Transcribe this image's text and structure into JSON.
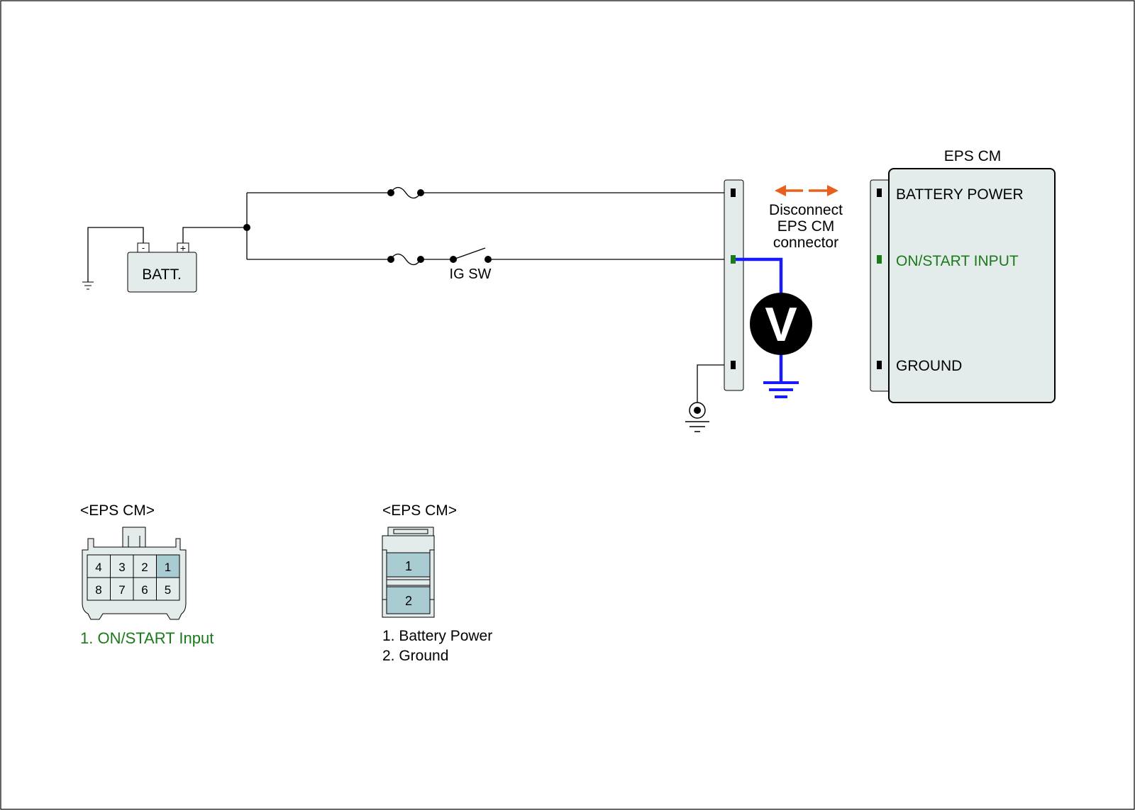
{
  "battery": {
    "label": "BATT.",
    "neg": "-",
    "pos": "+"
  },
  "ig_switch": {
    "label": "IG SW"
  },
  "disconnect": {
    "line1": "Disconnect",
    "line2": "EPS CM",
    "line3": "connector"
  },
  "meter": {
    "symbol": "V"
  },
  "module": {
    "title": "EPS CM",
    "battery_power": "BATTERY POWER",
    "on_start_input": "ON/START INPUT",
    "ground": "GROUND"
  },
  "connector_a": {
    "title": "<EPS CM>",
    "top_pins": [
      "4",
      "3",
      "2",
      "1"
    ],
    "bottom_pins": [
      "8",
      "7",
      "6",
      "5"
    ],
    "legend": [
      "1. ON/START Input"
    ]
  },
  "connector_b": {
    "title": "<EPS CM>",
    "pins": [
      "1",
      "2"
    ],
    "legend": [
      "1. Battery Power",
      "2. Ground"
    ]
  },
  "colors": {
    "wire": "#000000",
    "probe_wire": "#1a1aff",
    "highlight_green": "#1a7a1a",
    "arrow_orange": "#e8601c",
    "component_fill": "#e3ebeb",
    "pin_highlight": "#a9ccd3"
  }
}
